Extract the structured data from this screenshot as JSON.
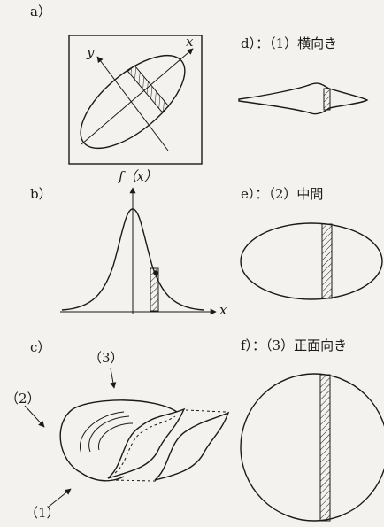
{
  "panels": {
    "a": {
      "label": "a）",
      "axis_y": "y",
      "axis_x": "x"
    },
    "b": {
      "label": "b）",
      "func": "f（x）",
      "axis_x": "x"
    },
    "c": {
      "label": "c）",
      "view1": "（1）",
      "view2": "（2）",
      "view3": "（3）"
    },
    "d": {
      "label": "d）：（1）横向き"
    },
    "e": {
      "label": "e）：（2）中間"
    },
    "f": {
      "label": "f）：（3）正面向き"
    }
  },
  "colors": {
    "ink": "#1a1a1a",
    "paper": "#f4f2ee"
  }
}
